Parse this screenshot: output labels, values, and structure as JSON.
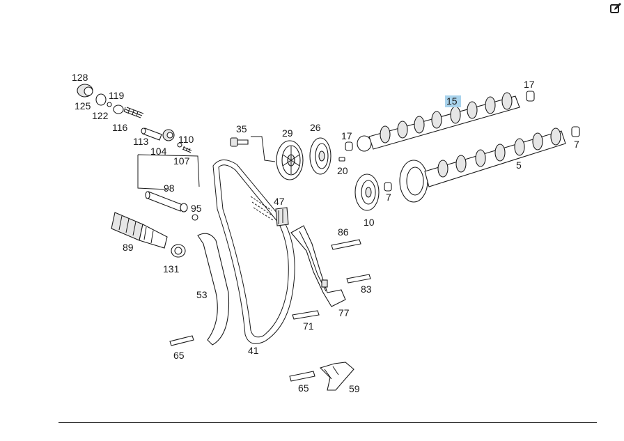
{
  "toolbar": {
    "edit_icon": "edit-icon"
  },
  "colors": {
    "highlight": "#a9d3ec",
    "ink": "#1a1a1a"
  },
  "diagram": {
    "highlighted_part": "15",
    "labels": {
      "p128": "128",
      "p125": "125",
      "p119": "119",
      "p122": "122",
      "p116": "116",
      "p113": "113",
      "p104": "104",
      "p110": "110",
      "p107": "107",
      "p98": "98",
      "p95": "95",
      "p89": "89",
      "p131": "131",
      "p53": "53",
      "p65a": "65",
      "p41": "41",
      "p35": "35",
      "p29": "29",
      "p26": "26",
      "p17a": "17",
      "p20": "20",
      "p47": "47",
      "p86": "86",
      "p83": "83",
      "p77": "77",
      "p71": "71",
      "p65b": "65",
      "p59": "59",
      "p15": "15",
      "p17b": "17",
      "p7a": "7",
      "p5": "5",
      "p7b": "7",
      "p10": "10"
    }
  }
}
